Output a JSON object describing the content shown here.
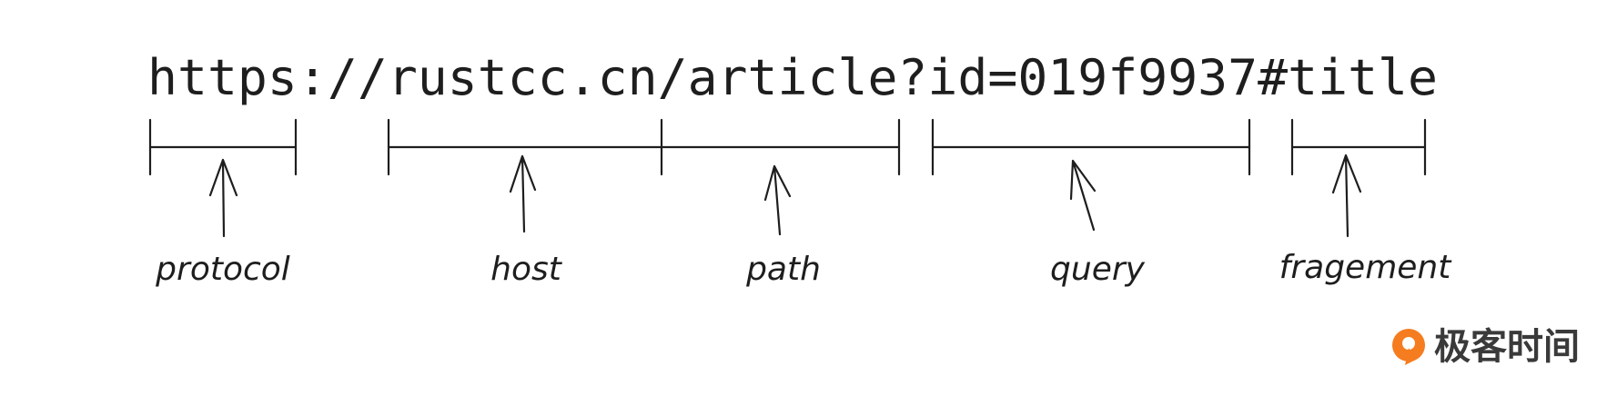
{
  "url": "https://rustcc.cn/article?id=019f9937#title",
  "segments": [
    {
      "label": "protocol"
    },
    {
      "label": "host"
    },
    {
      "label": "path"
    },
    {
      "label": "query"
    },
    {
      "label": "fragement"
    }
  ],
  "brand": {
    "name": "极客时间",
    "color": "#f57c1f"
  }
}
